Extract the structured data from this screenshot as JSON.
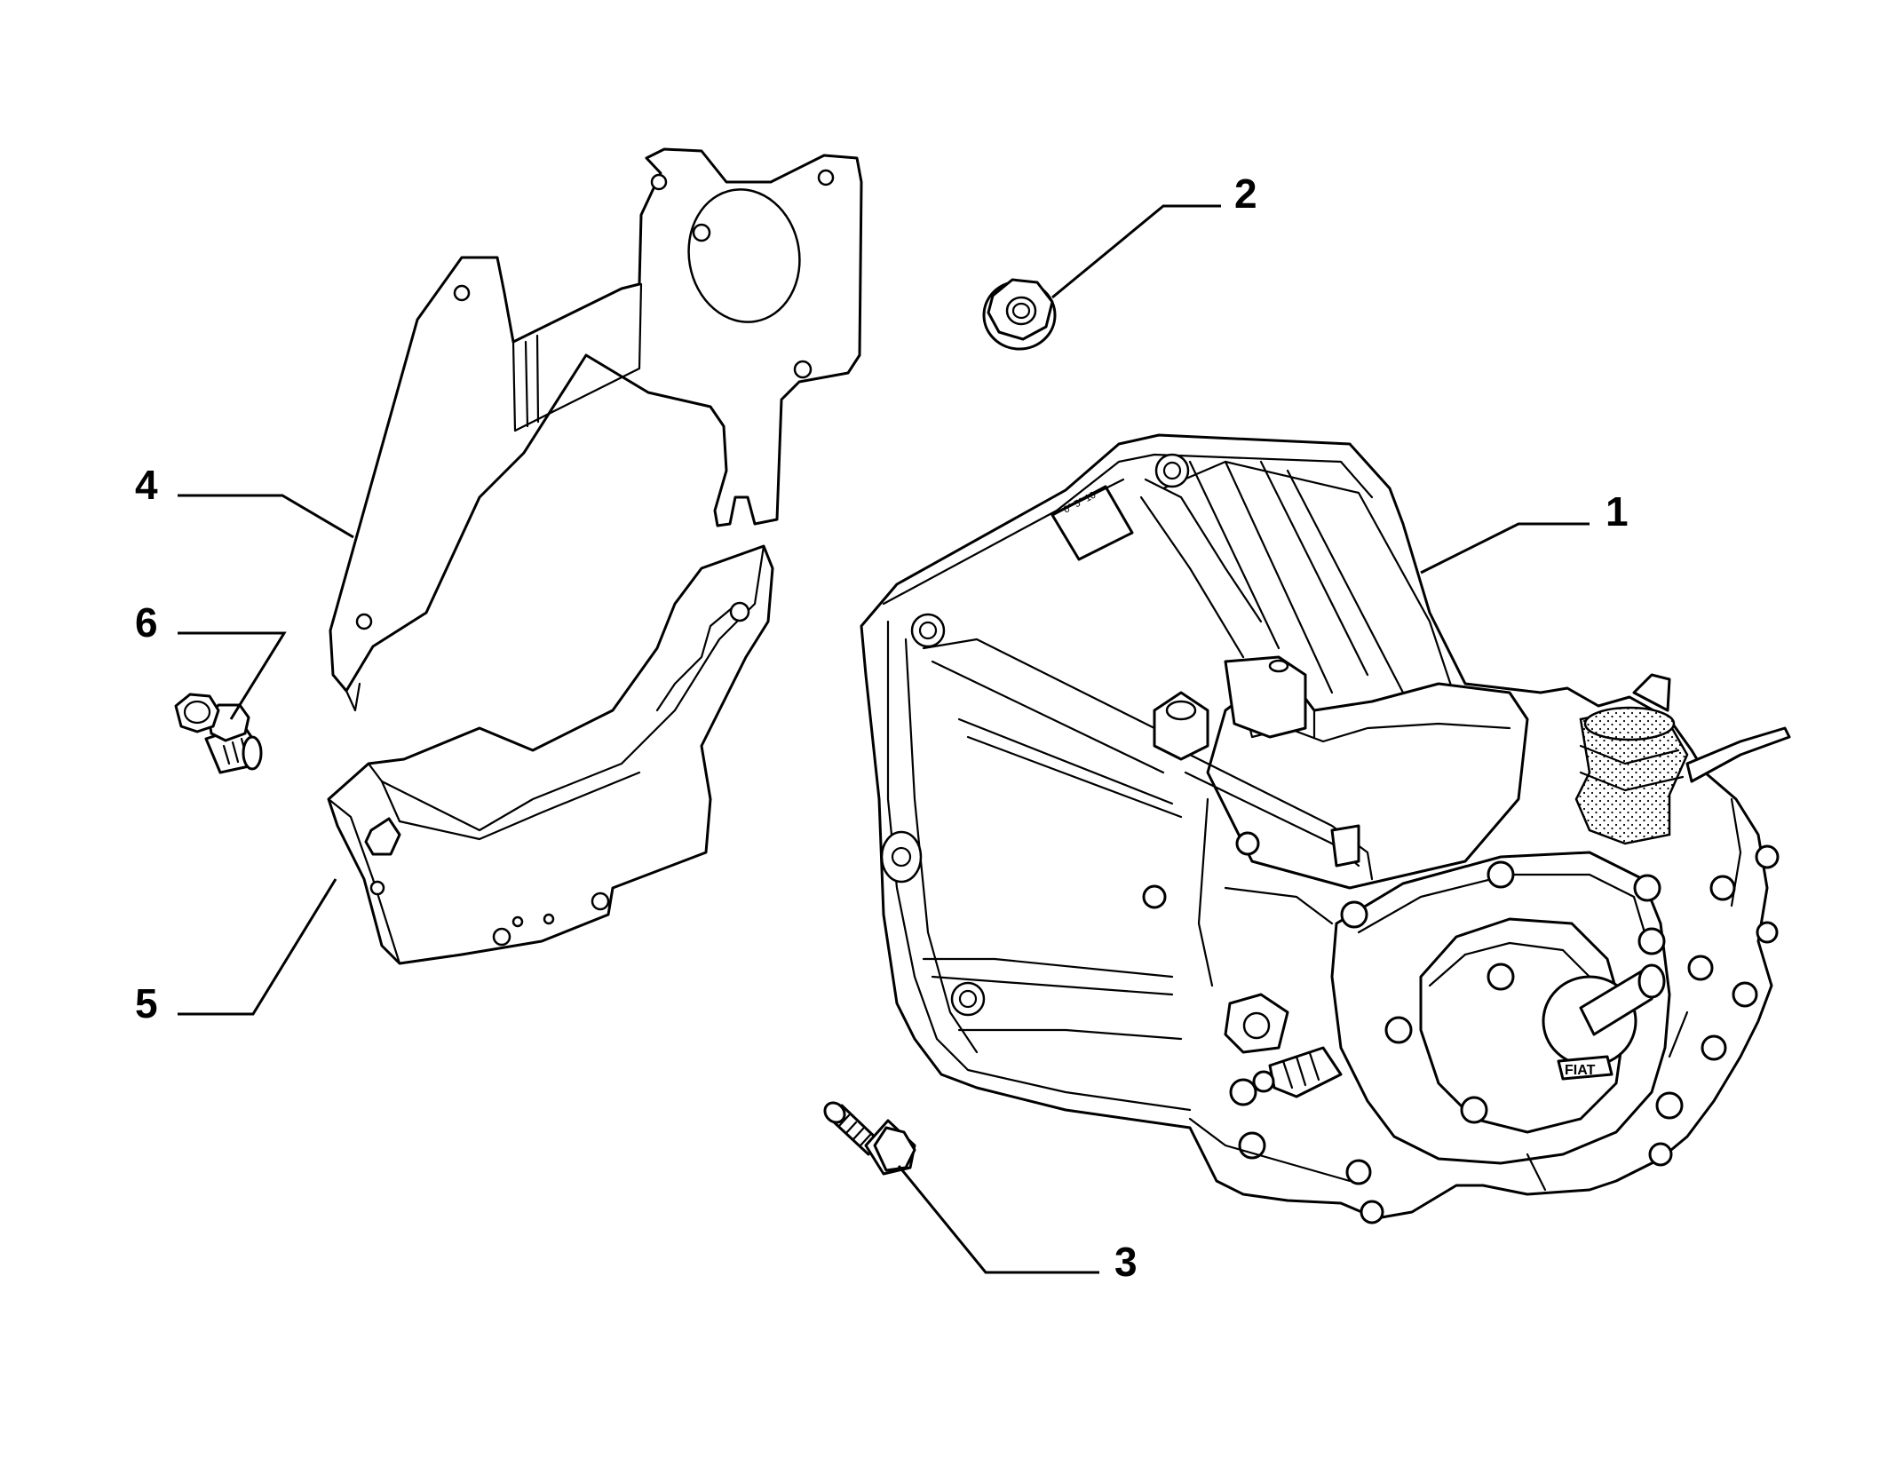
{
  "callouts": [
    {
      "id": "1",
      "label": "1",
      "part": "gearbox-housing"
    },
    {
      "id": "2",
      "label": "2",
      "part": "flanged-nut"
    },
    {
      "id": "3",
      "label": "3",
      "part": "flanged-bolt"
    },
    {
      "id": "4",
      "label": "4",
      "part": "upper-cover-plate"
    },
    {
      "id": "5",
      "label": "5",
      "part": "lower-cover-plate"
    },
    {
      "id": "6",
      "label": "6",
      "part": "short-bolt"
    }
  ],
  "colors": {
    "line": "#000000",
    "background": "#ffffff"
  }
}
